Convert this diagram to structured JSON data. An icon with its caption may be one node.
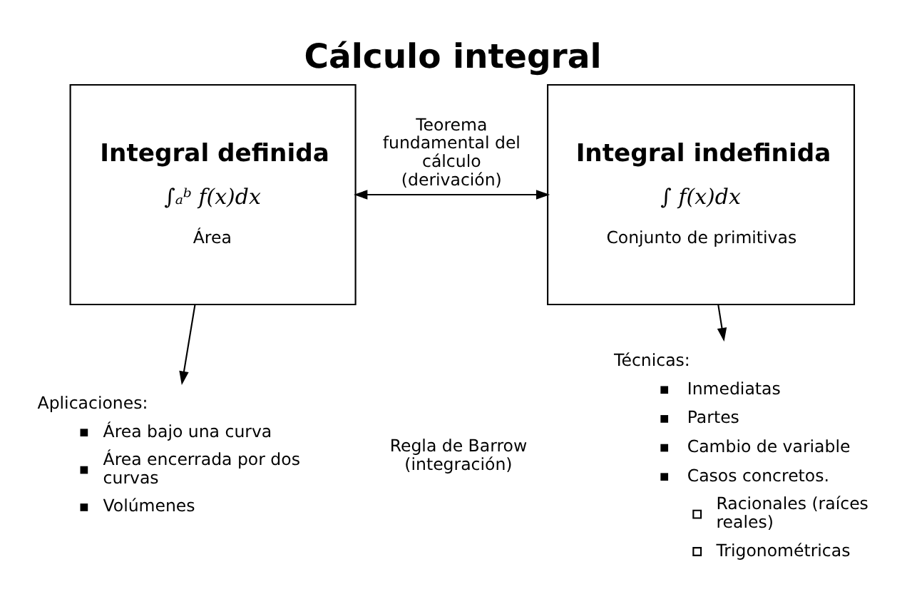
{
  "diagram": {
    "title": "Cálculo integral",
    "nodes": [
      {
        "text": [
          "Integral definida",
          "∫ₐᵇ f(x)dx",
          "Área"
        ]
      },
      {
        "text": [
          "Integral indefinida",
          "∫ f(x)dx",
          "Conjunto de primitivas"
        ]
      },
      {
        "text": [
          "Aplicaciones:",
          "Área bajo una curva",
          "Área encerrada por dos curvas",
          "Volúmenes"
        ]
      },
      {
        "text": [
          "Técnicas:",
          "Inmediatas",
          "Partes",
          "Cambio de variable",
          "Casos concretos.",
          "Racionales (raíces reales)",
          "Trigonométricas"
        ]
      }
    ],
    "edges": [
      {
        "from": 0,
        "to": 1,
        "arrow": "both",
        "label": "Teorema fundamental del cálculo (derivación)"
      },
      {
        "from": 0,
        "to": 2,
        "arrow": "to"
      },
      {
        "from": 1,
        "to": 3,
        "arrow": "to"
      }
    ],
    "labels": [
      "Regla de Barrow (integración)"
    ]
  }
}
